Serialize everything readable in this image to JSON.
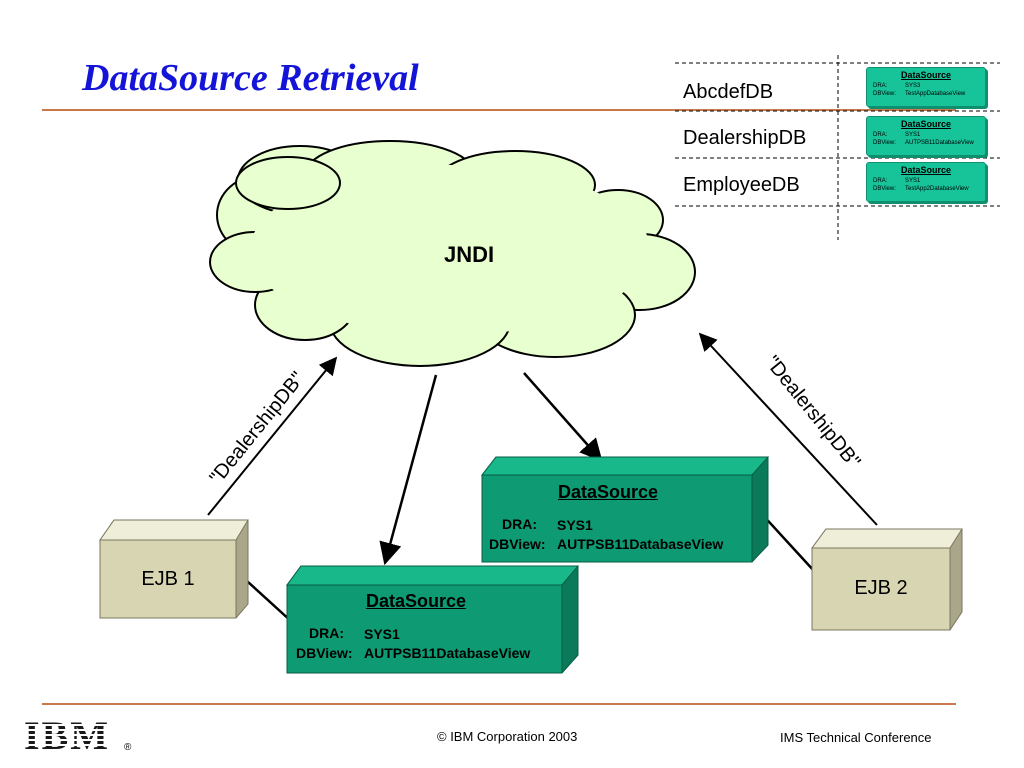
{
  "title": "DataSource Retrieval",
  "jndi_label": "JNDI",
  "registry": {
    "rows": [
      {
        "db": "AbcdefDB",
        "ds_title": "DataSource",
        "dra_label": "DRA:",
        "dra_value": "SYS3",
        "dbview_label": "DBView:",
        "dbview_value": "TestAppDatabaseView"
      },
      {
        "db": "DealershipDB",
        "ds_title": "DataSource",
        "dra_label": "DRA:",
        "dra_value": "SYS1",
        "dbview_label": "DBView:",
        "dbview_value": "AUTPSB11DatabaseView"
      },
      {
        "db": "EmployeeDB",
        "ds_title": "DataSource",
        "dra_label": "DRA:",
        "dra_value": "SYS1",
        "dbview_label": "DBView:",
        "dbview_value": "TestApp2DatabaseView"
      }
    ]
  },
  "ejb1": {
    "label": "EJB 1",
    "lookup": "\"DealershipDB\""
  },
  "ejb2": {
    "label": "EJB 2",
    "lookup": "\"DealershipDB\""
  },
  "datasource_right": {
    "title": "DataSource",
    "dra_label": "DRA:",
    "dra_value": "SYS1",
    "dbview_label": "DBView:",
    "dbview_value": "AUTPSB11DatabaseView"
  },
  "datasource_left": {
    "title": "DataSource",
    "dra_label": "DRA:",
    "dra_value": "SYS1",
    "dbview_label": "DBView:",
    "dbview_value": "AUTPSB11DatabaseView"
  },
  "footer": {
    "copyright": "©  IBM Corporation 2003",
    "conference": "IMS Technical Conference",
    "logo_text": "IBM",
    "logo_reg": "®"
  },
  "colors": {
    "title": "#1414d8",
    "rule": "#c87a4d",
    "cloud": "#e8ffcf",
    "datasource": "#0e9a72",
    "ejb": "#d8d6b2"
  }
}
